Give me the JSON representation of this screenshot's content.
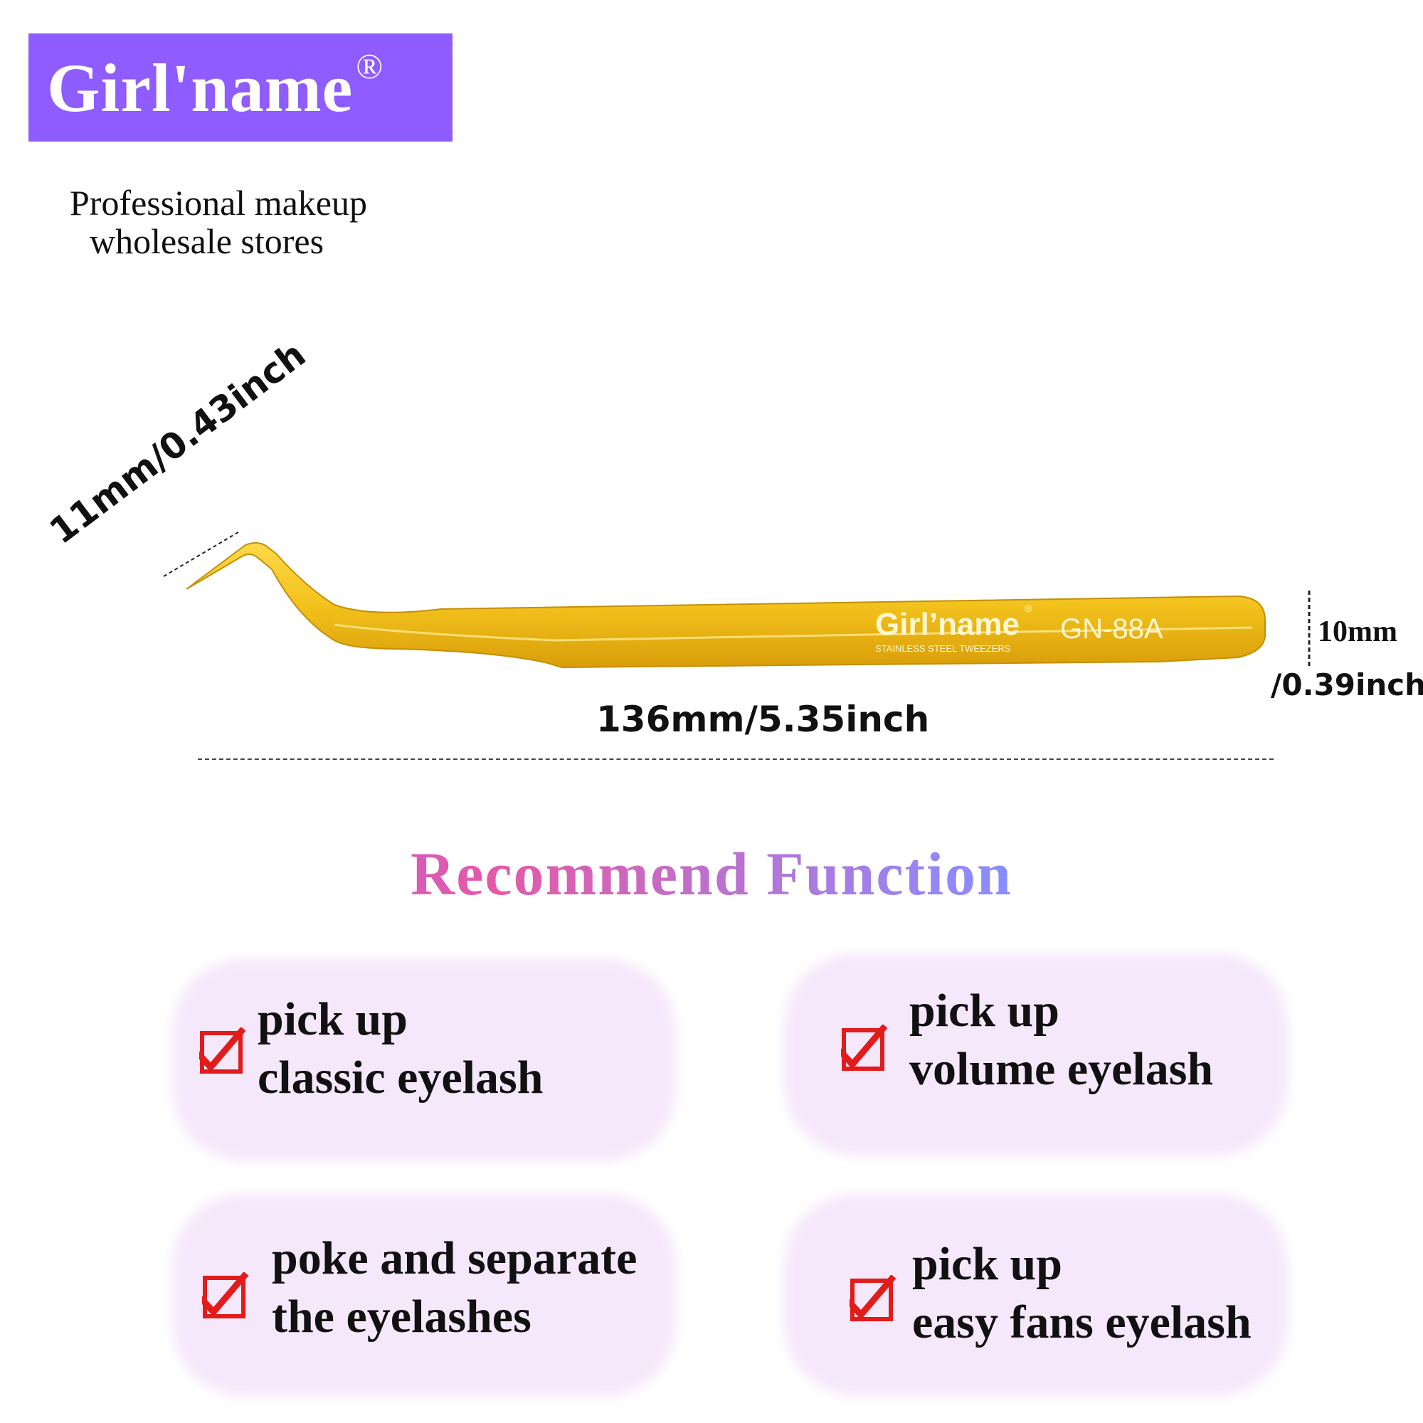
{
  "brand": {
    "name": "Girl'name",
    "registered_mark": "®"
  },
  "tagline": {
    "line1": "Professional makeup",
    "line2": "wholesale stores"
  },
  "product": {
    "engraving_brand": "Girl’name",
    "engraving_reg": "®",
    "engraving_sub": "STAINLESS STEEL TWEEZERS",
    "model": "GN-88A",
    "color": "#f3c21c"
  },
  "dimensions": {
    "tip": "11mm/0.43inch",
    "length": "136mm/5.35inch",
    "width_line1": "10mm",
    "width_line2": "/0.39inch"
  },
  "heading": "Recommend Function",
  "functions": [
    {
      "line1": "pick up",
      "line2": "classic eyelash"
    },
    {
      "line1": "pick up",
      "line2": "volume eyelash"
    },
    {
      "line1": "poke and separate",
      "line2": "the eyelashes"
    },
    {
      "line1": "pick up",
      "line2": "easy fans eyelash"
    }
  ],
  "colors": {
    "brand_bg": "#8f5cff",
    "card_bg": "#f6e8fb",
    "check": "#e21b1b"
  }
}
